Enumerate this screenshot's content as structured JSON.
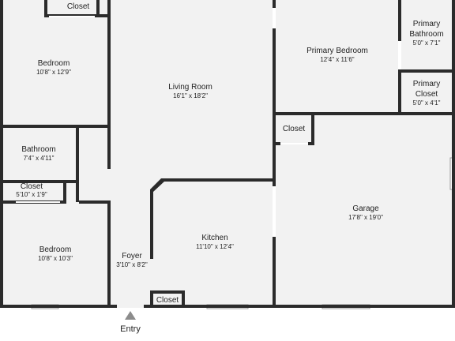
{
  "rooms": {
    "closet_top": {
      "name": "Closet"
    },
    "bedroom_top": {
      "name": "Bedroom",
      "dims": "10'8\" x 12'9\""
    },
    "living_room": {
      "name": "Living Room",
      "dims": "16'1\" x 18'2\""
    },
    "primary_bedroom": {
      "name": "Primary Bedroom",
      "dims": "12'4\" x 11'6\""
    },
    "primary_bathroom": {
      "name_line1": "Primary",
      "name_line2": "Bathroom",
      "dims": "5'0\" x 7'1\""
    },
    "primary_closet": {
      "name_line1": "Primary",
      "name_line2": "Closet",
      "dims": "5'0\" x 4'1\""
    },
    "bathroom": {
      "name": "Bathroom",
      "dims": "7'4\" x 4'11\""
    },
    "closet_mid": {
      "name": "Closet"
    },
    "closet_left": {
      "name": "Closet",
      "dims": "5'10\" x 1'9\""
    },
    "garage": {
      "name": "Garage",
      "dims": "17'8\" x 19'0\""
    },
    "bedroom_bottom": {
      "name": "Bedroom",
      "dims": "10'8\" x 10'3\""
    },
    "foyer": {
      "name": "Foyer",
      "dims": "3'10\" x 8'2\""
    },
    "kitchen": {
      "name": "Kitchen",
      "dims": "11'10\" x 12'4\""
    },
    "closet_kitchen": {
      "name": "Closet"
    }
  },
  "entry": {
    "label": "Entry"
  },
  "colors": {
    "wall": "#2b2b2b",
    "floor": "#f2f2f2",
    "background": "#ffffff"
  }
}
